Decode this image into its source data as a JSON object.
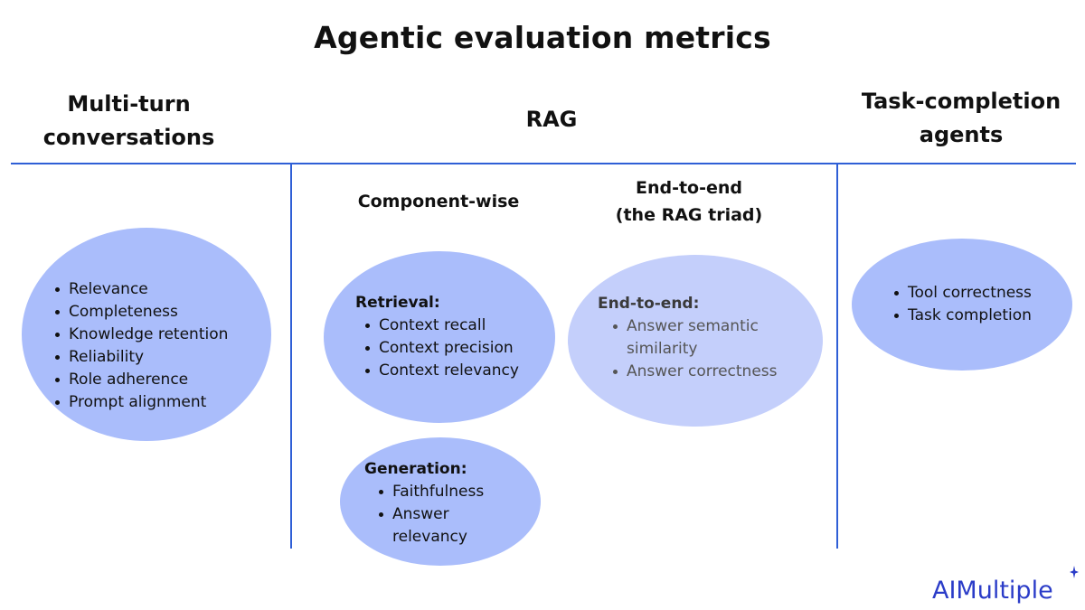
{
  "title": "Agentic evaluation metrics",
  "columns": {
    "multi_turn": {
      "heading": [
        "Multi-turn",
        "conversations"
      ]
    },
    "rag": {
      "heading": [
        "RAG"
      ]
    },
    "task": {
      "heading": [
        "Task-completion",
        "agents"
      ]
    }
  },
  "rag_subheadings": {
    "component": [
      "Component-wise"
    ],
    "end_to_end": [
      "End-to-end",
      "(the RAG triad)"
    ]
  },
  "groups": {
    "multi_turn": {
      "label": "",
      "items": [
        "Relevance",
        "Completeness",
        "Knowledge retention",
        "Reliability",
        "Role adherence",
        "Prompt alignment"
      ]
    },
    "retrieval": {
      "label": "Retrieval:",
      "items": [
        "Context recall",
        "Context precision",
        "Context relevancy"
      ]
    },
    "generation": {
      "label": "Generation:",
      "items": [
        "Faithfulness",
        [
          "Answer",
          "relevancy"
        ]
      ]
    },
    "end_to_end": {
      "label": "End-to-end:",
      "items": [
        [
          "Answer semantic",
          "similarity"
        ],
        "Answer correctness"
      ]
    },
    "task": {
      "label": "",
      "items": [
        "Tool correctness",
        "Task completion"
      ]
    }
  },
  "logo": {
    "text": "AIMultiple"
  },
  "colors": {
    "divider": "#2f5fd6",
    "ellipse_dark": "#aabdfb",
    "ellipse_light": "#c4cffb",
    "logo": "#2b3cc8"
  }
}
